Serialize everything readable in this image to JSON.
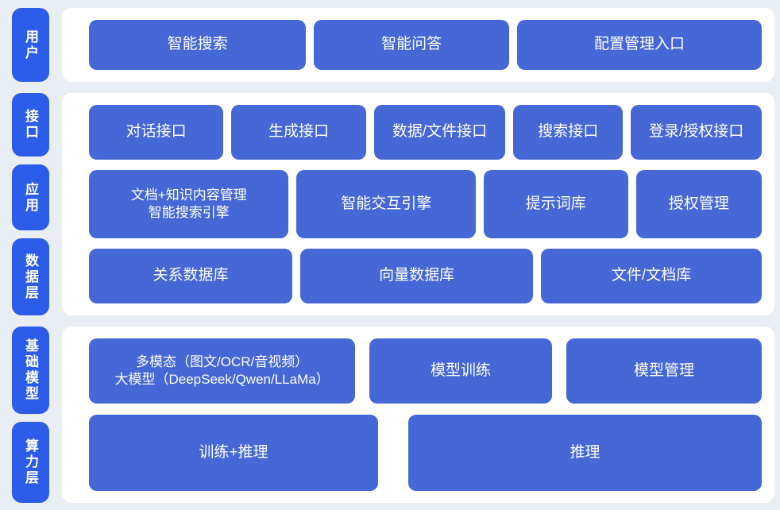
{
  "colors": {
    "background": "#e9eef4",
    "card": "#ffffff",
    "label_blue": "#2d5ce8",
    "button_blue": "#4568d6",
    "text": "#ffffff"
  },
  "layers": {
    "user": "用户",
    "interface": "接口",
    "application": "应用",
    "data": "数据层",
    "foundation_model": "基础模型",
    "compute": "算力层"
  },
  "nodes": {
    "smart_search": "智能搜索",
    "smart_qa": "智能问答",
    "config_entry": "配置管理入口",
    "dialog_api": "对话接口",
    "generate_api": "生成接口",
    "data_file_api": "数据/文件接口",
    "search_api": "搜索接口",
    "login_auth_api": "登录/授权接口",
    "doc_knowledge_engine": "文档+知识内容管理\n智能搜索引擎",
    "interaction_engine": "智能交互引擎",
    "prompt_library": "提示词库",
    "auth_management": "授权管理",
    "relational_db": "关系数据库",
    "vector_db": "向量数据库",
    "file_doc_store": "文件/文档库",
    "multimodal_llm": "多模态（图文/OCR/音视频）\n大模型（DeepSeek/Qwen/LLaMa）",
    "model_training": "模型训练",
    "model_management": "模型管理",
    "training_inference": "训练+推理",
    "inference": "推理"
  }
}
